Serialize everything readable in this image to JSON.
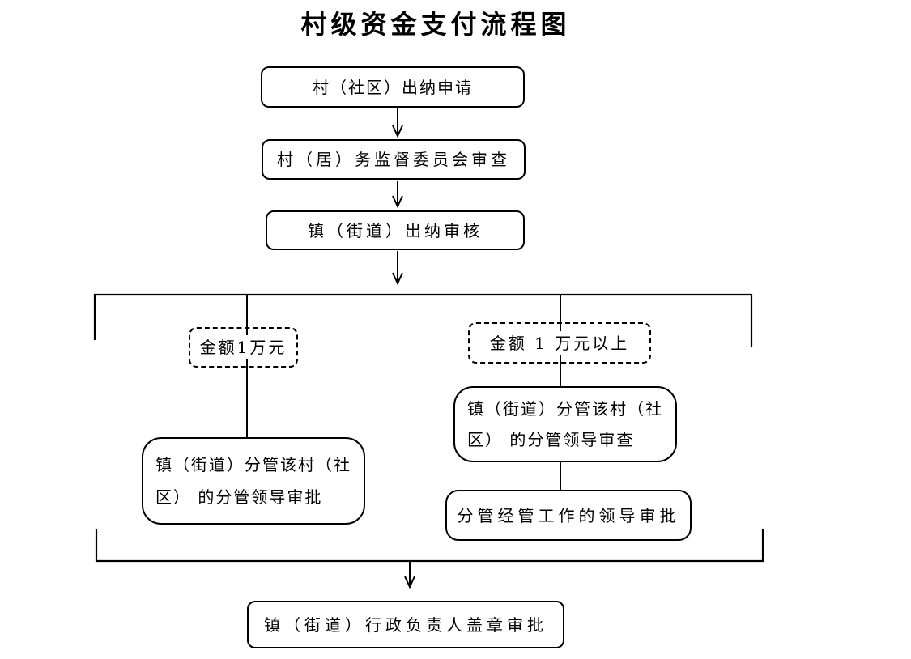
{
  "title": "村级资金支付流程图",
  "nodes": {
    "step1": "村（社区）出纳申请",
    "step2": "村（居）务监督委员会审查",
    "step3": "镇（街道）出纳审核",
    "cond_left": "金额1万元",
    "cond_right": "金额 1 万元以上",
    "left_approve": "镇（街道）分管该村（社\n区） 的分管领导审批",
    "right_review": "镇（街道）分管该村（社\n区） 的分管领导审查",
    "right_approve": "分管经管工作的领导审批",
    "final": "镇（街道）行政负责人盖章审批"
  },
  "colors": {
    "line": "#000000",
    "background": "#ffffff"
  }
}
